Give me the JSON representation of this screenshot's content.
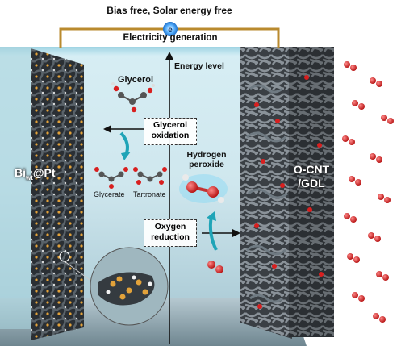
{
  "header": {
    "title": "Bias free, Solar energy free",
    "electron": "e"
  },
  "circuit": {
    "label": "Electricity generation"
  },
  "axis": {
    "label": "Energy level"
  },
  "molecules": {
    "glycerol": "Glycerol",
    "glycerate": "Glycerate",
    "tartronate": "Tartronate",
    "h2o2": "Hydrogen\nperoxide"
  },
  "process_boxes": {
    "glycerol_oxidation": "Glycerol\noxidation",
    "oxygen_reduction": "Oxygen\nreduction"
  },
  "electrodes": {
    "anode": {
      "name": "Bi",
      "subscript": "wt",
      "suffix": "@Pt"
    },
    "cathode": "O-CNT\n/GDL"
  },
  "colors": {
    "wire": "#b98a2e",
    "oxygen": "#d81f1f",
    "electrode_dark": "#2b2f33",
    "electrolyte": "#bfe3ec",
    "electron": "#2e8fe6"
  }
}
